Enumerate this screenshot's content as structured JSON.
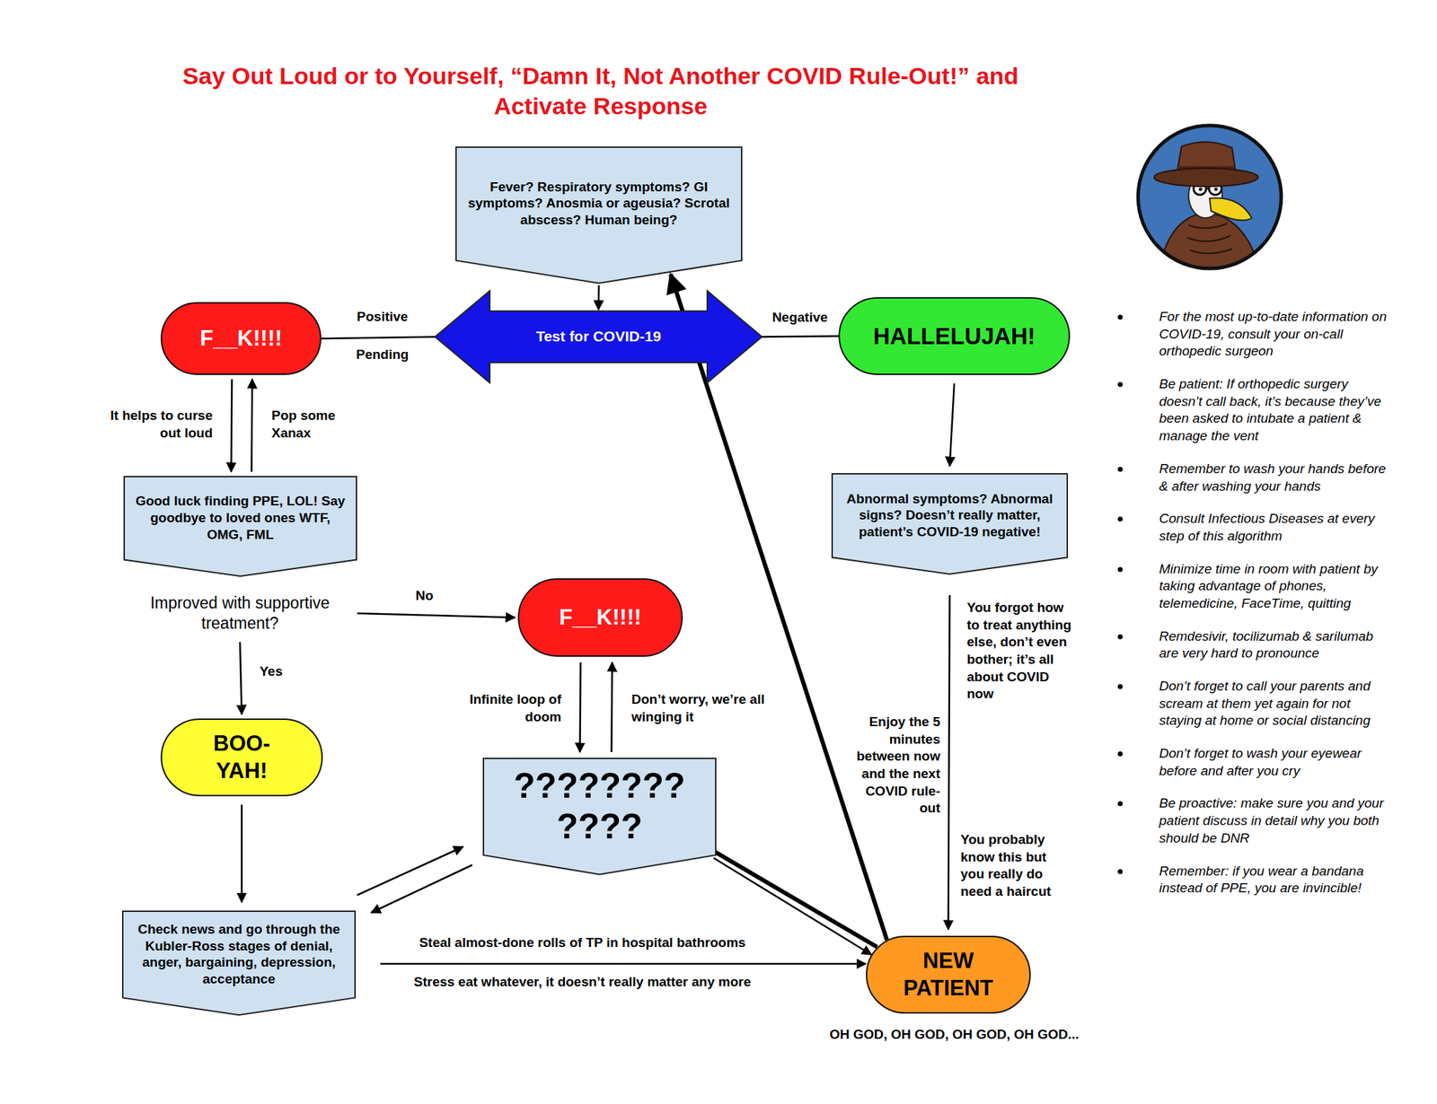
{
  "diagram": {
    "title": "Say Out Loud or to Yourself, “Damn It, Not Another COVID Rule-Out!” and Activate Response",
    "nodes": [
      {
        "text": [
          "Fever? Respiratory symptoms? GI symptoms? Anosmia or ageusia? Scrotal abscess? Human being?"
        ]
      },
      {
        "text": [
          "F__K!!!!"
        ]
      },
      {
        "text": [
          "Test for COVID-19"
        ]
      },
      {
        "text": [
          "HALLELUJAH!"
        ]
      },
      {
        "text": [
          "Good luck finding PPE, LOL! Say goodbye to loved ones WTF, OMG, FML"
        ]
      },
      {
        "text": [
          "Abnormal symptoms? Abnormal signs? Doesn’t really matter, patient’s COVID-19 negative!"
        ]
      },
      {
        "text": [
          "Improved with supportive treatment?"
        ]
      },
      {
        "text": [
          "F__K!!!!"
        ]
      },
      {
        "text": [
          "BOO-YAH!"
        ]
      },
      {
        "text": [
          "???????? ????"
        ]
      },
      {
        "text": [
          "Check news and go through the Kubler-Ross stages of denial, anger, bargaining, depression, acceptance"
        ]
      },
      {
        "text": [
          "NEW PATIENT"
        ]
      }
    ],
    "edges": [
      {
        "from": 0,
        "to": 2,
        "arrow": "to"
      },
      {
        "from": 2,
        "to": 1,
        "label": "Positive",
        "arrow": "none"
      },
      {
        "from": 2,
        "to": 3,
        "label": "Negative",
        "arrow": "none"
      },
      {
        "from": 1,
        "to": 4,
        "label": "It helps to curse out loud",
        "arrow": "to"
      },
      {
        "from": 4,
        "to": 1,
        "label": "Pop some Xanax",
        "arrow": "to"
      },
      {
        "from": 3,
        "to": 5,
        "arrow": "to"
      },
      {
        "from": 6,
        "to": 7,
        "label": "No",
        "arrow": "to"
      },
      {
        "from": 6,
        "to": 8,
        "label": "Yes",
        "arrow": "to"
      },
      {
        "from": 7,
        "to": 9,
        "label": "Infinite loop of doom",
        "arrow": "to"
      },
      {
        "from": 9,
        "to": 7,
        "label": "Don’t worry, we’re all winging it",
        "arrow": "to"
      },
      {
        "from": 8,
        "to": 10,
        "arrow": "to"
      },
      {
        "from": 10,
        "to": 9,
        "arrow": "to"
      },
      {
        "from": 9,
        "to": 10,
        "arrow": "to"
      },
      {
        "from": 10,
        "to": 11,
        "label": "Steal almost-done rolls of TP in hospital bathrooms",
        "arrow": "to"
      },
      {
        "from": 5,
        "to": 11,
        "label": "You forgot how to treat anything else, don’t even bother; it’s all about COVID now",
        "arrow": "to"
      },
      {
        "from": 11,
        "to": 0,
        "arrow": "to"
      },
      {
        "from": 11,
        "to": 9,
        "arrow": "to"
      },
      {
        "from": 9,
        "to": 11,
        "arrow": "to"
      }
    ],
    "labels": [
      "Pending",
      "Stress eat whatever, it doesn’t really matter any more",
      "Enjoy the 5 minutes between now and the next COVID rule-out",
      "You probably know this but you really do need a haircut",
      "OH GOD, OH GOD, OH GOD, OH GOD...",
      "For the most up-to-date information on COVID-19, consult your on-call orthopedic surgeon",
      "Be patient: If orthopedic surgery doesn’t call back, it’s because they’ve been asked to intubate a patient & manage the vent",
      "Remember to wash your hands before & after washing your hands",
      "Consult Infectious Diseases at every step of this algorithm",
      "Minimize time in room with patient by taking advantage of phones, telemedicine, FaceTime, quitting",
      "Remdesivir, tocilizumab & sarilumab are very hard to pronounce",
      "Don’t forget to call your parents and scream at them yet again for not staying at home or social distancing",
      "Don’t forget to wash your eyewear before and after you cry",
      "Be proactive: make sure you and your patient discuss in detail why you both should be DNR",
      "Remember: if you wear a bandana instead of PPE, you are invincible!"
    ]
  }
}
